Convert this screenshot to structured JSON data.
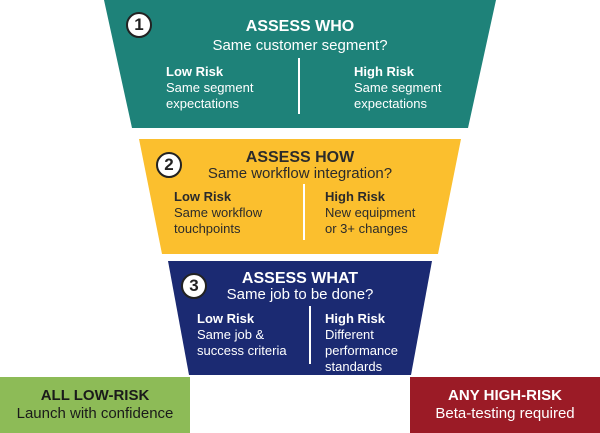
{
  "tiers": [
    {
      "number": "1",
      "title": "ASSESS WHO",
      "subtitle": "Same customer segment?",
      "low": {
        "label": "Low Risk",
        "text": "Same segment\nexpectations"
      },
      "high": {
        "label": "High Risk",
        "text": "Same segment\nexpectations"
      },
      "color": "#1e8279"
    },
    {
      "number": "2",
      "title": "ASSESS HOW",
      "subtitle": "Same workflow integration?",
      "low": {
        "label": "Low Risk",
        "text": "Same workflow\ntouchpoints"
      },
      "high": {
        "label": "High Risk",
        "text": "New equipment\nor 3+ changes"
      },
      "color": "#fbbf2e"
    },
    {
      "number": "3",
      "title": "ASSESS WHAT",
      "subtitle": "Same job to be done?",
      "low": {
        "label": "Low Risk",
        "text": "Same job &\nsuccess criteria"
      },
      "high": {
        "label": "High Risk",
        "text": "Different\nperformance\nstandards"
      },
      "color": "#1b2a72"
    }
  ],
  "outcomes": {
    "low": {
      "title": "ALL LOW-RISK",
      "text": "Launch with confidence",
      "color": "#8dbb57"
    },
    "high": {
      "title": "ANY HIGH-RISK",
      "text": "Beta-testing required",
      "color": "#9b1b26"
    }
  }
}
